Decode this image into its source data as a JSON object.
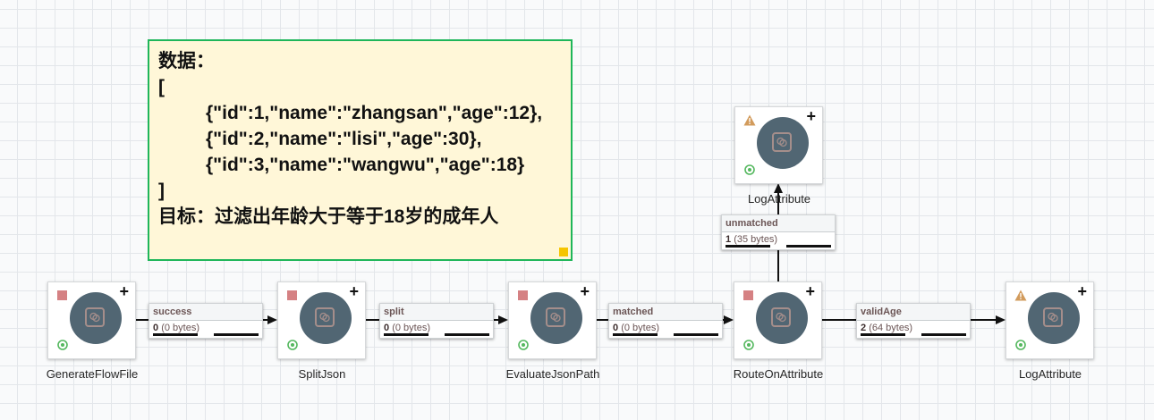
{
  "label": {
    "lines": [
      "数据：",
      "[",
      "{\"id\":1,\"name\":\"zhangsan\",\"age\":12},",
      "{\"id\":2,\"name\":\"lisi\",\"age\":30},",
      "{\"id\":3,\"name\":\"wangwu\",\"age\":18}",
      "]",
      "目标：过滤出年龄大于等于18岁的成年人"
    ]
  },
  "processors": [
    {
      "name": "GenerateFlowFile",
      "state": "stopped"
    },
    {
      "name": "SplitJson",
      "state": "stopped"
    },
    {
      "name": "EvaluateJsonPath",
      "state": "stopped"
    },
    {
      "name": "RouteOnAttribute",
      "state": "stopped"
    },
    {
      "name": "LogAttribute",
      "state": "invalid"
    },
    {
      "name": "LogAttribute",
      "state": "invalid"
    }
  ],
  "connections": [
    {
      "relationship": "success",
      "count": "0",
      "size": "(0 bytes)"
    },
    {
      "relationship": "split",
      "count": "0",
      "size": "(0 bytes)"
    },
    {
      "relationship": "matched",
      "count": "0",
      "size": "(0 bytes)"
    },
    {
      "relationship": "validAge",
      "count": "2",
      "size": "(64 bytes)"
    },
    {
      "relationship": "unmatched",
      "count": "1",
      "size": "(35 bytes)"
    }
  ],
  "icons": {
    "plus": "+",
    "stopped": "stop-square-icon",
    "invalid": "warning-triangle-icon",
    "transmission": "transmission-enabled-icon",
    "processor": "processor-icon"
  }
}
